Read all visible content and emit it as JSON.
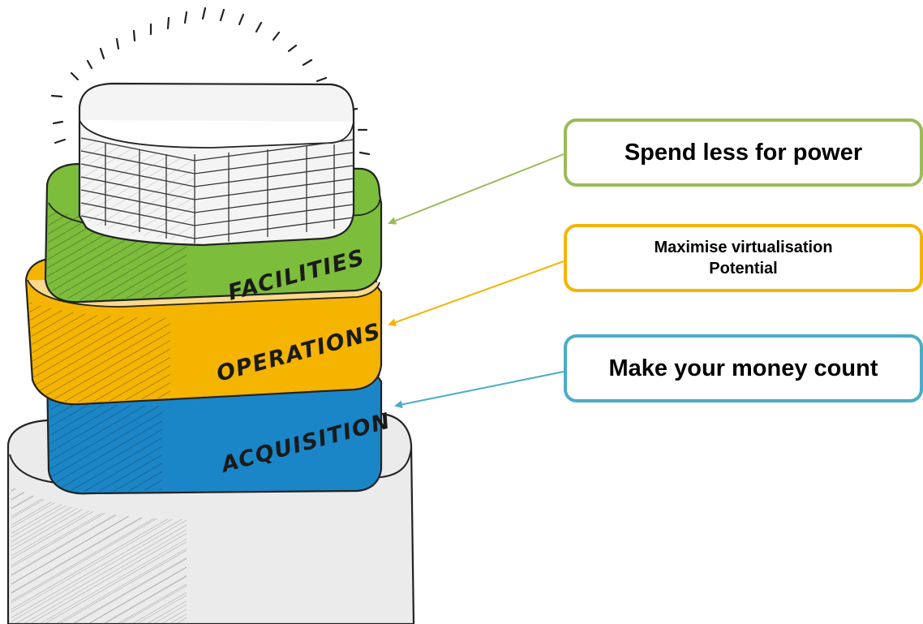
{
  "colors": {
    "facilities": "#7cbd3b",
    "operations": "#f4b400",
    "acquisition": "#1a86c7",
    "power_border": "#9bbb59",
    "virtualisation_border": "#f4b400",
    "money_border": "#4bacc6"
  },
  "layers": {
    "facilities": "FACILITIES",
    "operations": "OPERATIONS",
    "acquisition": "ACQUISITION"
  },
  "callouts": {
    "power": "Spend less for power",
    "virtualisation_line1": "Maximise virtualisation",
    "virtualisation_line2": "Potential",
    "money": "Make your money count"
  },
  "icons": [
    "server-rack-icon",
    "pedestal-icon",
    "glow-rays-icon"
  ]
}
